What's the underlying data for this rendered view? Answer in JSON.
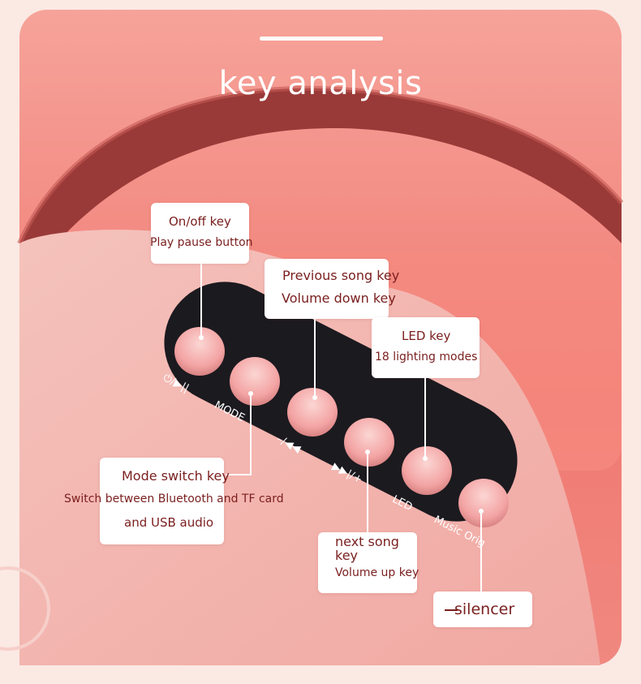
{
  "title": "key analysis",
  "colors": {
    "background": "#f2837a",
    "panel": "#1b1a1f",
    "key": "#f2a8a8",
    "callout_text": "#7a1e1e",
    "handle": "#8a2f2e"
  },
  "panel_labels": [
    "⏻/▶||",
    "MODE",
    "–/◀◀",
    "▶▶|/+",
    "LED",
    "Music Orig"
  ],
  "callouts": {
    "onoff": {
      "line1": "On/off key",
      "line2": "Play pause button"
    },
    "previous": {
      "line1": "Previous song key",
      "line2": "Volume down key"
    },
    "led": {
      "line1": "LED key",
      "line2": "18 lighting modes"
    },
    "mode": {
      "line1": "Mode switch key",
      "line2": "Switch between Bluetooth and TF card",
      "line3": "and USB audio"
    },
    "next": {
      "line1": "next song",
      "line2": "key",
      "line3": "Volume up key"
    },
    "silencer": {
      "line1": "silencer"
    }
  }
}
